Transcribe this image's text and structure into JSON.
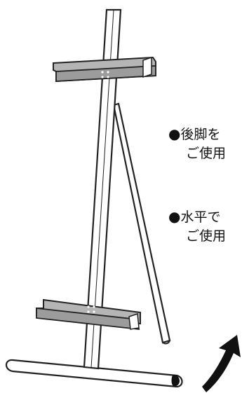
{
  "notes": [
    {
      "bullet": "●",
      "line1": "後脚を",
      "line2": "ご使用"
    },
    {
      "bullet": "●",
      "line1": "水平で",
      "line2": "ご使用"
    }
  ],
  "colors": {
    "outline": "#222222",
    "tray_fill": "#b5b5b5",
    "tray_shadow": "#8e8e8e",
    "frame_fill": "#ffffff",
    "arrow": "#111111"
  },
  "icons": {
    "arrow": "curved-arrow-icon",
    "easel": "easel-icon"
  }
}
